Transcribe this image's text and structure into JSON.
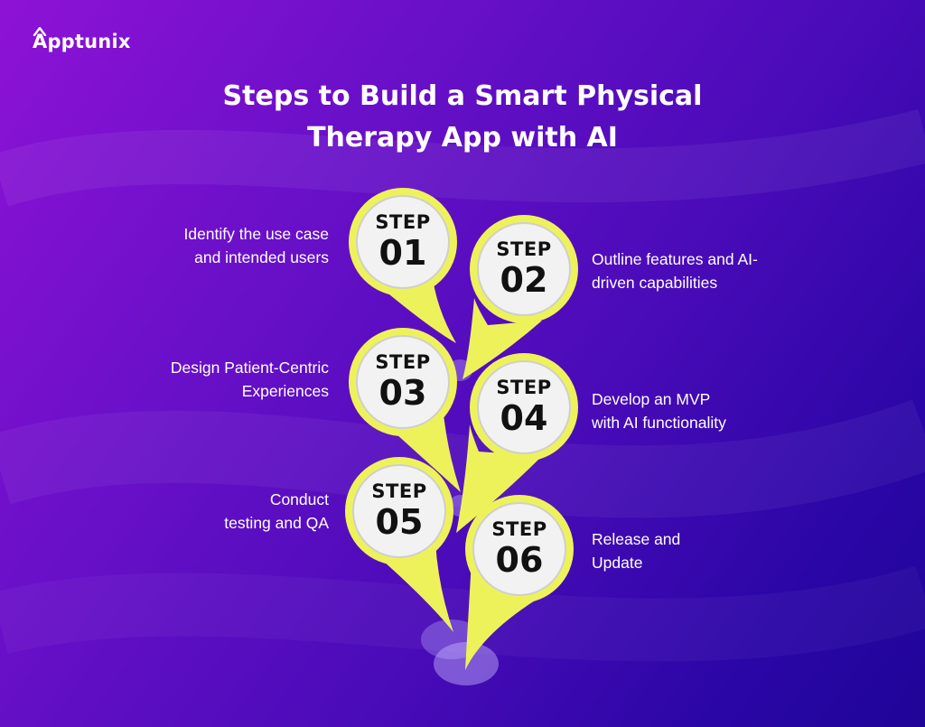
{
  "brand": {
    "name": "Apptunix"
  },
  "title": {
    "line1": "Steps to Build a Smart Physical",
    "line2": "Therapy App with AI"
  },
  "steps": [
    {
      "word": "STEP",
      "number": "01",
      "line1": "Identify the use case",
      "line2": "and intended users"
    },
    {
      "word": "STEP",
      "number": "02",
      "line1": "Outline features and AI-",
      "line2": "driven capabilities"
    },
    {
      "word": "STEP",
      "number": "03",
      "line1": "Design Patient-Centric",
      "line2": "Experiences"
    },
    {
      "word": "STEP",
      "number": "04",
      "line1": "Develop an MVP",
      "line2": "with AI functionality"
    },
    {
      "word": "STEP",
      "number": "05",
      "line1": "Conduct",
      "line2": "testing and QA"
    },
    {
      "word": "STEP",
      "number": "06",
      "line1": "Release and",
      "line2": "Update"
    }
  ],
  "colors": {
    "pin": "#eef25a",
    "pin_outline": "#dfe44a",
    "circle": "#f2f2f2",
    "text_dark": "#111111"
  }
}
